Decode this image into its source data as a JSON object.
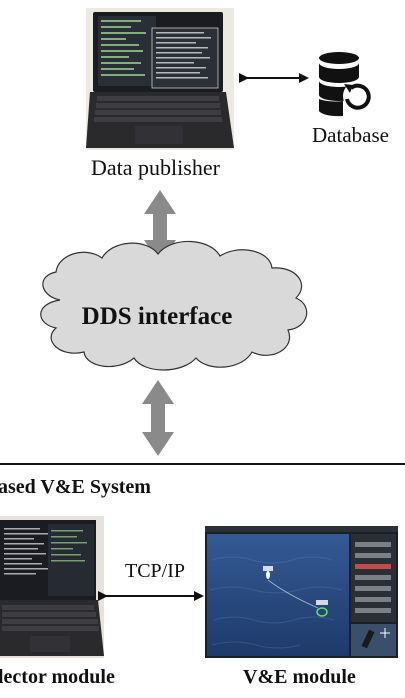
{
  "labels": {
    "database": "Database",
    "data_publisher": "Data publisher",
    "dds_interface": "DDS interface",
    "system_title": "ased V&E System",
    "tcp_ip": "TCP/IP",
    "collector_module": "lector module",
    "ve_module": "V&E module"
  },
  "colors": {
    "cloud_fill": "#d9d9d9",
    "arrow_gray": "#8a8a8a",
    "sea_blue": "#2a4a7f",
    "screen_dark": "#1b1f26"
  },
  "icons": {
    "database": "database-sync-icon",
    "laptop_top": "laptop-photo",
    "laptop_bottom": "laptop-photo",
    "ve_screen": "simulator-screenshot"
  }
}
